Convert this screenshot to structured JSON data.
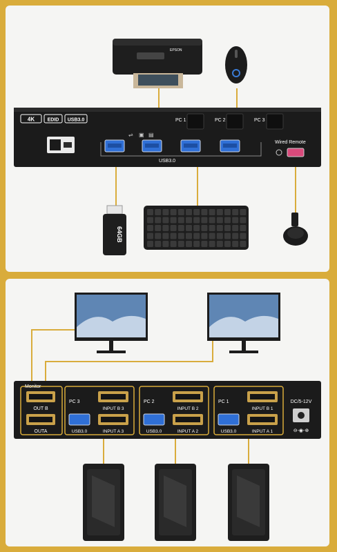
{
  "top": {
    "badges": [
      "4K",
      "EDID",
      "USB3.0"
    ],
    "pc_buttons": [
      "PC 1",
      "PC 2",
      "PC 3"
    ],
    "usb_label": "USB3.0",
    "wired_remote_label": "Wired Remote",
    "printer_brand": "EPSON",
    "usb_stick_label": "64GB"
  },
  "bottom": {
    "monitor_label": "Monitor",
    "outputs": [
      "OUT B",
      "OUTA"
    ],
    "groups": [
      {
        "pc": "PC 3",
        "input_b": "INPUT B 3",
        "usb": "USB3.0",
        "input_a": "INPUT A 3"
      },
      {
        "pc": "PC 2",
        "input_b": "INPUT B 2",
        "usb": "USB3.0",
        "input_a": "INPUT A 2"
      },
      {
        "pc": "PC 1",
        "input_b": "INPUT B 1",
        "usb": "USB3.0",
        "input_a": "INPUT A 1"
      }
    ],
    "power_label": "DC/5-12V"
  },
  "colors": {
    "accent": "#d9ac3b",
    "device": "#1b1b1b",
    "usb_blue": "#2f6fd6",
    "hdmi_gold": "#c9a14a"
  }
}
